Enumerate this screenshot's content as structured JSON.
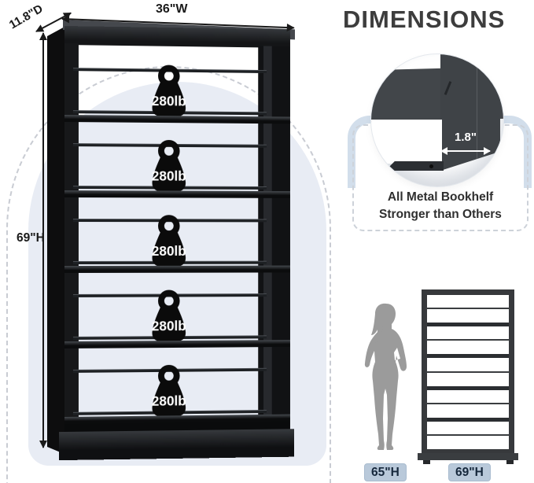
{
  "title": "DIMENSIONS",
  "dimensions": {
    "width": "36\"W",
    "depth": "11.8\"D",
    "height": "69\"H"
  },
  "shelf": {
    "sections": [
      {
        "weight_label": "280lb"
      },
      {
        "weight_label": "280lb"
      },
      {
        "weight_label": "280lb"
      },
      {
        "weight_label": "280lb"
      },
      {
        "weight_label": "280lb"
      }
    ]
  },
  "detail": {
    "thickness": "1.8\"",
    "caption_line1": "All Metal Bookhelf",
    "caption_line2": "Stronger than Others"
  },
  "comparison": {
    "person_height": "65\"H",
    "shelf_height": "69\"H"
  },
  "colors": {
    "arch_fill": "#e8ecf4",
    "frame_black": "#141517",
    "detail_gray": "#42464a",
    "silhouette_gray": "#9b9b9b",
    "label_bg": "#b9c9da"
  }
}
